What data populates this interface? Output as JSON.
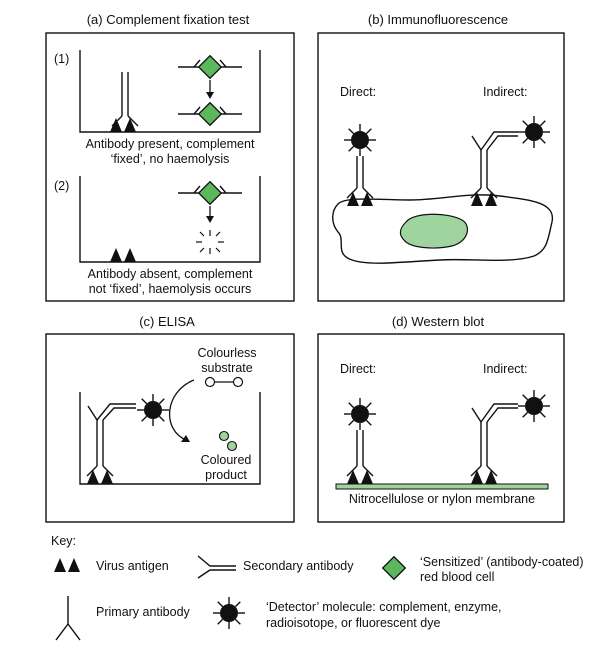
{
  "panels": {
    "a": {
      "title": "(a) Complement fixation test",
      "step1_label": "(1)",
      "step1_caption_line1": "Antibody present, complement",
      "step1_caption_line2": "‘fixed’, no haemolysis",
      "step2_label": "(2)",
      "step2_caption_line1": "Antibody absent, complement",
      "step2_caption_line2": "not ‘fixed’, haemolysis occurs"
    },
    "b": {
      "title": "(b) Immunofluorescence",
      "direct_label": "Direct:",
      "indirect_label": "Indirect:"
    },
    "c": {
      "title": "(c) ELISA",
      "substrate_line1": "Colourless",
      "substrate_line2": "substrate",
      "product_line1": "Coloured",
      "product_line2": "product"
    },
    "d": {
      "title": "(d) Western blot",
      "direct_label": "Direct:",
      "indirect_label": "Indirect:",
      "membrane_label": "Nitrocellulose or nylon membrane"
    }
  },
  "key": {
    "title": "Key:",
    "virus_antigen": "Virus antigen",
    "secondary_antibody": "Secondary antibody",
    "sensitized_line1": "‘Sensitized’ (antibody-coated)",
    "sensitized_line2": "red blood cell",
    "primary_antibody": "Primary antibody",
    "detector_line1": "‘Detector’ molecule: complement, enzyme,",
    "detector_line2": "radioisotope, or fluorescent dye"
  },
  "colors": {
    "green_fill": "#5cb85c",
    "green_light": "#9fd49f",
    "line": "#111111"
  }
}
